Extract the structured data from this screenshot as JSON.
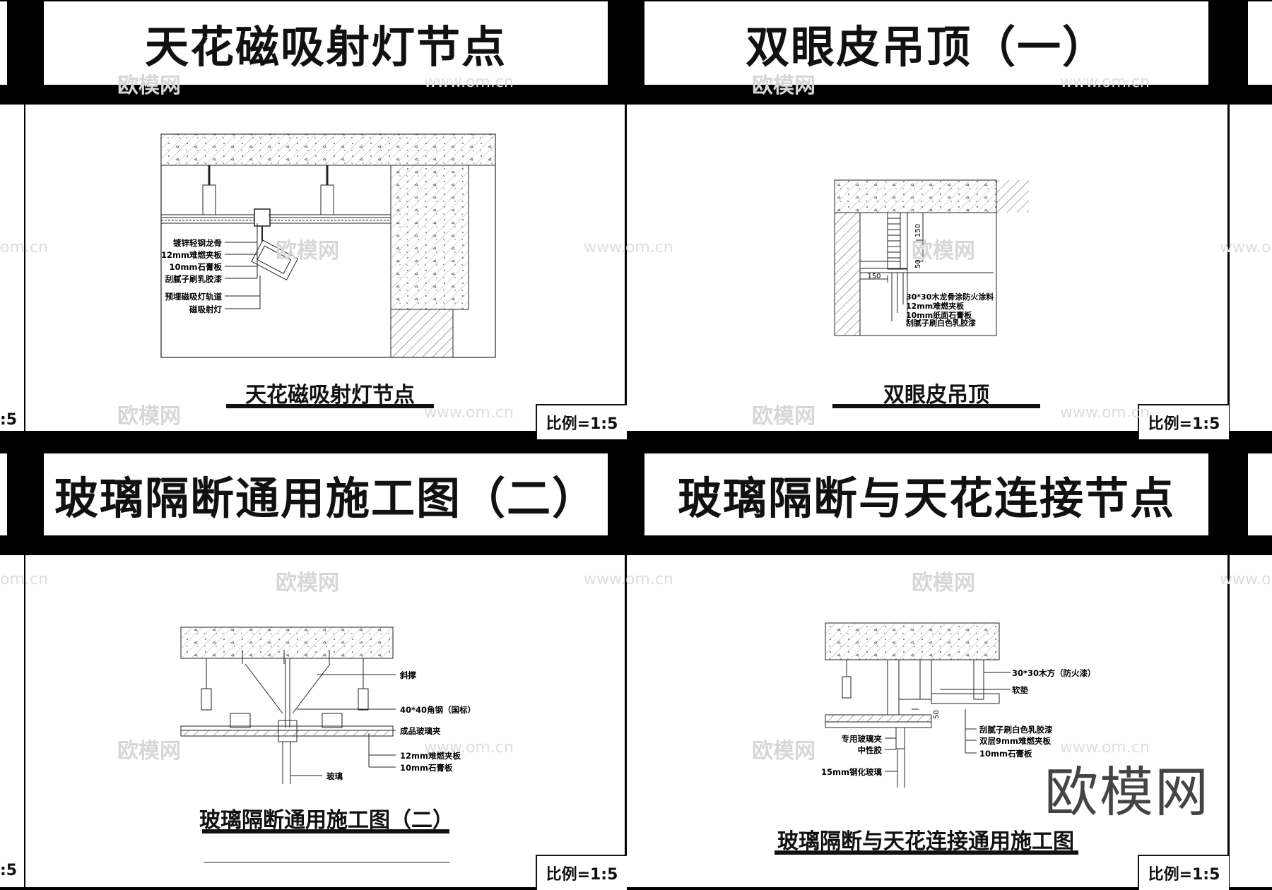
{
  "panels": [
    {
      "title": "天花磁吸射灯节点",
      "caption": "天花磁吸射灯节点",
      "scale": "比例=1:5",
      "labels": [
        "镀锌轻钢龙骨",
        "12mm难燃夹板",
        "10mm石膏板",
        "刮腻子刷乳胶漆",
        "预埋磁吸灯轨道",
        "磁吸射灯"
      ]
    },
    {
      "title": "双眼皮吊顶（一）",
      "caption": "双眼皮吊顶",
      "scale": "比例=1:5",
      "labels": [
        "30*30木龙骨涂防火涂料",
        "12mm难燃夹板",
        "10mm纸面石膏板",
        "刮腻子刷白色乳胶漆"
      ],
      "dims": [
        "150",
        "50",
        "150"
      ]
    },
    {
      "title": "玻璃隔断通用施工图（二）",
      "caption": "玻璃隔断通用施工图（二）",
      "scale": "比例=1:5",
      "labels": [
        "斜撑",
        "40*40角钢（国标）",
        "成品玻璃夹",
        "12mm难燃夹板",
        "10mm石膏板",
        "玻璃"
      ]
    },
    {
      "title": "玻璃隔断与天花连接节点",
      "caption": "玻璃隔断与天花连接通用施工图",
      "scale": "比例=1:5",
      "labels": [
        "30*30木方（防火漆）",
        "软垫",
        "刮腻子刷白色乳胶漆",
        "双层9mm难燃夹板",
        "10mm石膏板",
        "专用玻璃夹",
        "中性胶",
        "15mm钢化玻璃"
      ],
      "dims": [
        "50"
      ]
    }
  ],
  "edge_scale": ":5",
  "watermark": "欧模网",
  "watermark_url": "www.om.cn",
  "url_fragment": "om.cn",
  "brand": "欧模网"
}
